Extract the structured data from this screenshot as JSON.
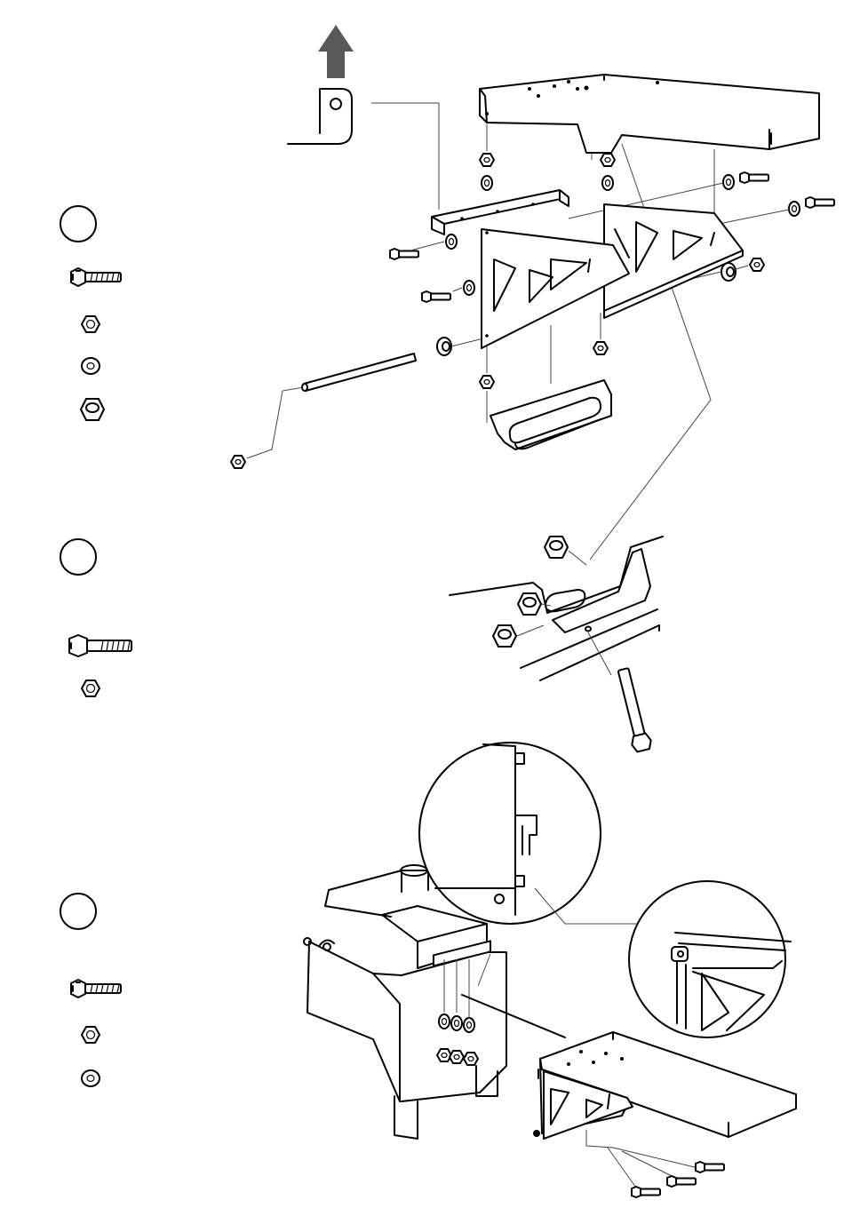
{
  "diagram": {
    "steps": [
      {
        "id": "step-1",
        "label": ""
      },
      {
        "id": "step-2",
        "label": ""
      },
      {
        "id": "step-3",
        "label": ""
      }
    ],
    "colors": {
      "line": "#000000",
      "arrow": "#595959",
      "background": "#ffffff"
    },
    "icons": [
      "up-arrow-icon",
      "hex-bolt-icon",
      "hex-nut-icon",
      "washer-icon",
      "flange-nut-icon",
      "long-bolt-icon"
    ]
  }
}
